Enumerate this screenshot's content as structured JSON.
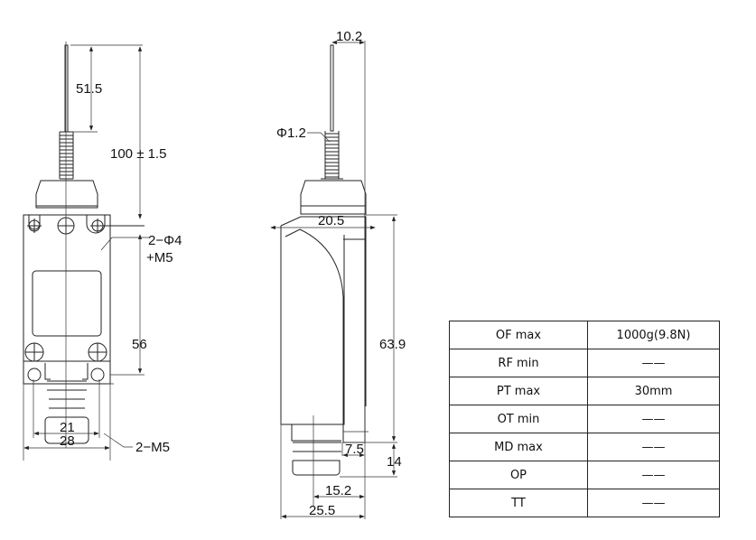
{
  "front_view": {
    "dims": {
      "rod": "51.5",
      "total": "100 ± 1.5",
      "holes_top": "2−Φ4",
      "thread_top": "+M5",
      "body": "56",
      "holes_bottom": "2−M5",
      "inner_width": "21",
      "outer_width": "28"
    }
  },
  "side_view": {
    "dims": {
      "rod_offset": "10.2",
      "rod_diameter": "Φ1.2",
      "depth": "20.5",
      "height": "63.9",
      "bottom": "14",
      "step": "7.5",
      "boot_offset": "15.2",
      "total_depth": "25.5"
    }
  },
  "spec_table": {
    "rows": [
      {
        "key": "OF max",
        "value": "1000g(9.8N)"
      },
      {
        "key": "RF min",
        "value": "——"
      },
      {
        "key": "PT max",
        "value": "30mm"
      },
      {
        "key": "OT min",
        "value": "——"
      },
      {
        "key": "MD max",
        "value": "——"
      },
      {
        "key": "OP",
        "value": "——"
      },
      {
        "key": "TT",
        "value": "——"
      }
    ]
  }
}
